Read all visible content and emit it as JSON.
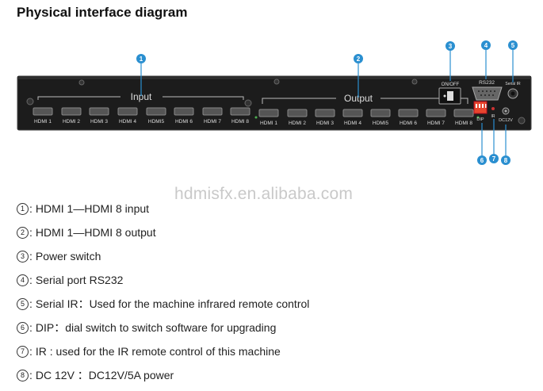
{
  "title": "Physical interface diagram",
  "watermark": "hdmisfx.en.alibaba.com",
  "device": {
    "input_label": "Input",
    "output_label": "Output",
    "switch_label": "ON/OFF",
    "rs232_label": "RS232",
    "serial_ir_label": "Serial IR",
    "dip_label": "DIP",
    "ir_label": "IR",
    "dc_label": "DC12V",
    "inputs": [
      "HDMI 1",
      "HDMI 2",
      "HDMI 3",
      "HDMI 4",
      "HDMI5",
      "HDMI 6",
      "HDMI 7",
      "HDMI 8"
    ],
    "outputs": [
      "HDMI 1",
      "HDMI 2",
      "HDMI 3",
      "HDMI 4",
      "HDMI5",
      "HDMI 6",
      "HDMI 7",
      "HDMI 8"
    ]
  },
  "callouts": [
    "1",
    "2",
    "3",
    "4",
    "5",
    "6",
    "7",
    "8"
  ],
  "legend": [
    {
      "num": "1",
      "text": "HDMI 1—HDMI 8 input"
    },
    {
      "num": "2",
      "text": "HDMI 1—HDMI 8 output"
    },
    {
      "num": "3",
      "text": "Power switch"
    },
    {
      "num": "4",
      "text": "Serial port RS232"
    },
    {
      "num": "5",
      "text": "Serial IR：Used for the machine infrared remote control"
    },
    {
      "num": "6",
      "text": "DIP：dial switch to switch software for upgrading"
    },
    {
      "num": "7",
      "text": "IR : used for the IR remote control of this machine"
    },
    {
      "num": "8",
      "text": "DC 12V ：DC12V/5A power"
    }
  ],
  "colors": {
    "callout": "#2a8fd0",
    "panel": "#1c1c1c",
    "port": "#555555",
    "dip": "#e8452e"
  }
}
